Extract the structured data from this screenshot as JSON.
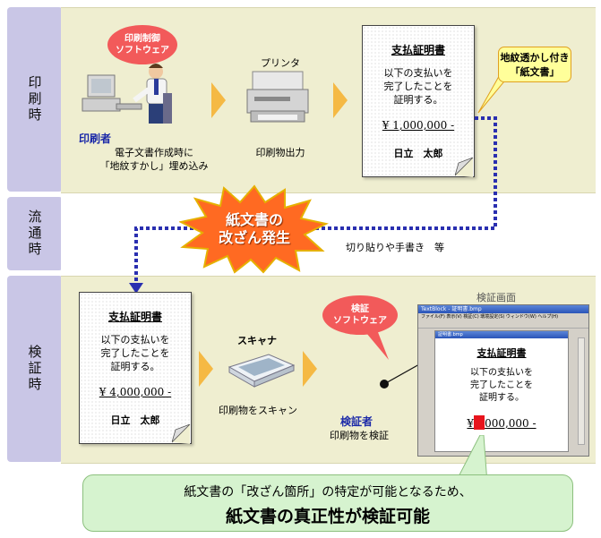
{
  "phases": {
    "print": "印刷時",
    "circulation": "流通時",
    "verify": "検証時"
  },
  "print_row": {
    "software_bubble": [
      "印刷制御",
      "ソフトウェア"
    ],
    "printer_person": "印刷者",
    "embed_text": [
      "電子文書作成時に",
      "「地紋すかし」埋め込み"
    ],
    "printer_label": "プリンタ",
    "output_label": "印刷物出力",
    "callout": [
      "地紋透かし付き",
      "「紙文書」"
    ]
  },
  "doc_original": {
    "title": "支払証明書",
    "body": [
      "以下の支払いを",
      "完了したことを",
      "証明する。"
    ],
    "amount": "¥ 1,000,000 -",
    "name": "日立　太郎"
  },
  "circulation": {
    "burst": [
      "紙文書の",
      "改ざん発生"
    ],
    "note": "切り貼りや手書き　等"
  },
  "doc_tampered": {
    "title": "支払証明書",
    "body": [
      "以下の支払いを",
      "完了したことを",
      "証明する。"
    ],
    "amount": "¥ 4,000,000 -",
    "name": "日立　太郎"
  },
  "verify_row": {
    "scanner_label": "スキャナ",
    "scan_text": "印刷物をスキャン",
    "software_bubble": [
      "検証",
      "ソフトウェア"
    ],
    "verifier": "検証者",
    "verify_text": "印刷物を検証",
    "screen_label": "検証画面",
    "window_title": "TextBlock - 証明書.bmp",
    "window_menu": "ファイル(F)  表示(V)  検証(C)  環境設定(S)  ウィンドウ(W)  ヘルプ(H)",
    "inner_title": "証明書.bmp",
    "screen_doc": {
      "title": "支払証明書",
      "body": [
        "以下の支払いを",
        "完了したことを",
        "証明する。"
      ],
      "amount_prefix": "¥",
      "amount_rest": "000,000 -"
    }
  },
  "conclusion": {
    "line1": "紙文書の「改ざん箇所」の特定が可能となるため、",
    "line2": "紙文書の真正性が検証可能"
  },
  "colors": {
    "side": "#c9c6e6",
    "band": "#efeed0",
    "arrow": "#f5b944",
    "bubble": "#f25a5a",
    "dotted": "#2a2fb0",
    "burst": "#ff6a22",
    "conclusion": "#d6f3cf"
  }
}
